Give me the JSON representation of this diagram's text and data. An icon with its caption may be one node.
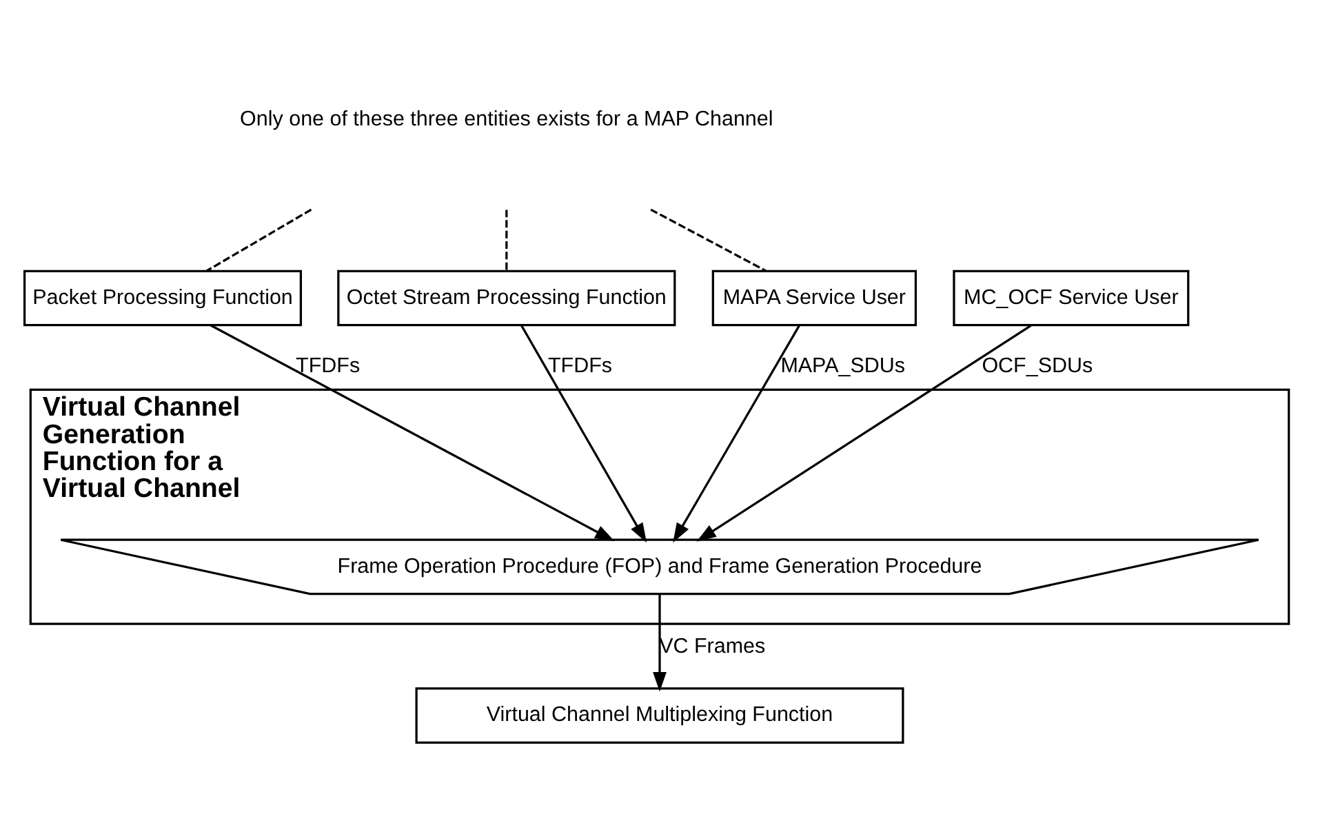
{
  "diagram": {
    "nodes": [
      {
        "text": [
          "Virtual Channel Generation Function for a Virtual Channel"
        ]
      },
      {
        "text": [
          "Packet Processing Function"
        ]
      },
      {
        "text": [
          "Octet Stream Processing Function"
        ]
      },
      {
        "text": [
          "MAPA Service User"
        ]
      },
      {
        "text": [
          "MC_OCF Service User"
        ]
      },
      {
        "text": [
          "Frame Operation Procedure (FOP) and Frame Generation Procedure"
        ],
        "in": 0
      },
      {
        "text": [
          "Virtual Channel Multiplexing Function"
        ]
      }
    ],
    "edges": [
      {
        "from": null,
        "to": 1,
        "arrow": "none",
        "style": "dashed"
      },
      {
        "from": null,
        "to": 2,
        "arrow": "none",
        "style": "dashed"
      },
      {
        "from": null,
        "to": 3,
        "arrow": "none",
        "style": "dashed"
      },
      {
        "from": 1,
        "to": 5,
        "arrow": "to",
        "label": "TFDFs"
      },
      {
        "from": 2,
        "to": 5,
        "arrow": "to",
        "label": "TFDFs"
      },
      {
        "from": 3,
        "to": 5,
        "arrow": "to",
        "label": "MAPA_SDUs"
      },
      {
        "from": 4,
        "to": 5,
        "arrow": "to",
        "label": "OCF_SDUs"
      },
      {
        "from": 5,
        "to": 6,
        "arrow": "to",
        "label": "VC Frames"
      }
    ],
    "labels": [
      "Only one of these three entities exists for a MAP Channel"
    ]
  }
}
